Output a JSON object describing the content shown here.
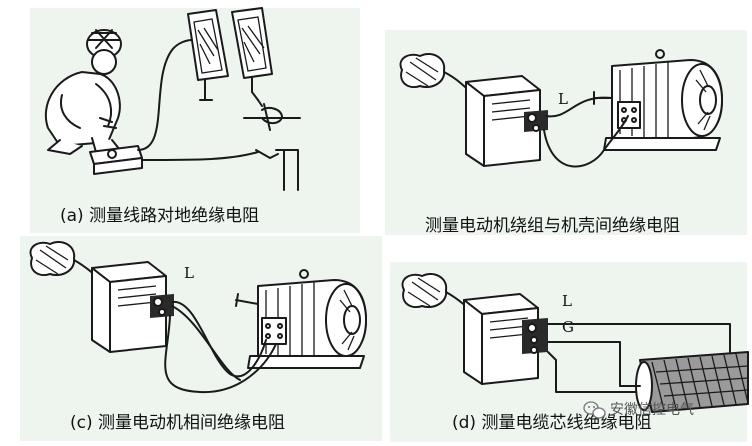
{
  "panels": {
    "a": {
      "caption": "(a) 测量线路对地绝缘电阻"
    },
    "b": {
      "caption": "测量电动机绕组与机壳间绝缘电阻",
      "terminal_l": "L"
    },
    "c": {
      "caption": "(c) 测量电动机相间绝缘电阻",
      "terminal_l": "L"
    },
    "d": {
      "caption": "(d) 测量电缆芯线绝缘电阻",
      "terminal_l": "L",
      "terminal_g": "G"
    }
  },
  "watermark": {
    "text": "安徽信控电气",
    "icon": "wechat-icon"
  },
  "colors": {
    "panel_background": "#edf5ee",
    "line": "#1a1a1a"
  }
}
